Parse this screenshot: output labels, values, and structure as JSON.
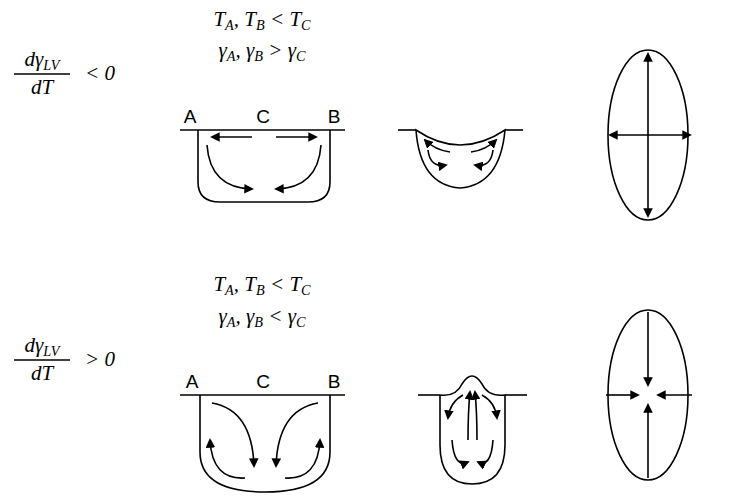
{
  "diagram": {
    "labels": [
      "TA, TB < TC",
      "γA, γB > γC",
      "dγLV",
      "dT",
      "< 0",
      "A",
      "C",
      "B",
      "TA, TB < TC",
      "γA, γB < γC",
      "dγLV",
      "dT",
      "> 0",
      "A",
      "C",
      "B"
    ]
  }
}
